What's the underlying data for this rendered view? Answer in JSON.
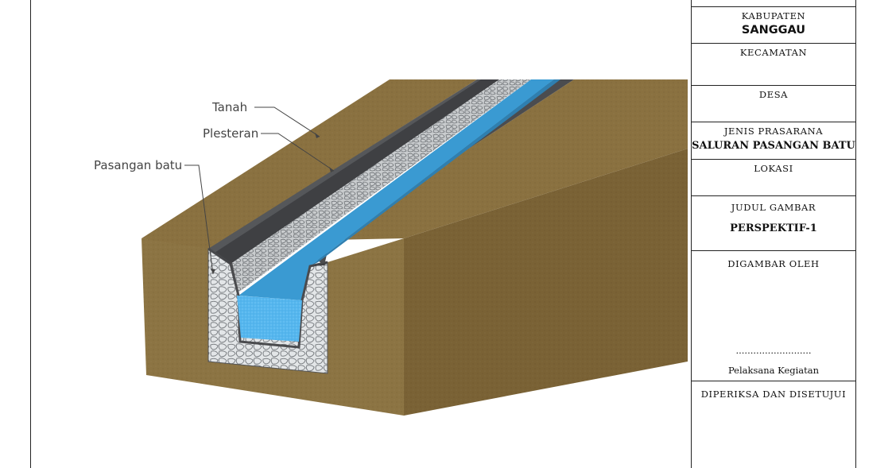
{
  "drawing": {
    "labels": {
      "tanah": "Tanah",
      "plesteran": "Plesteran",
      "pasangan_batu": "Pasangan batu"
    },
    "colors": {
      "soil_top": "#8a7140",
      "soil_side": "#7a6235",
      "soil_front": "#8c7443",
      "plaster": "#4a4b4e",
      "stone": "#dfe2e4",
      "water_top": "#3a9ad2",
      "water_front": "#52b3ec"
    }
  },
  "title_block": {
    "kabupaten_label": "KABUPATEN",
    "kabupaten_value": "SANGGAU",
    "kecamatan_label": "KECAMATAN",
    "desa_label": "DESA",
    "jenis_label": "JENIS PRASARANA",
    "jenis_value": "SALURAN PASANGAN BATU",
    "lokasi_label": "LOKASI",
    "judul_label": "JUDUL GAMBAR",
    "judul_value": "PERSPEKTIF-1",
    "digambar_label": "DIGAMBAR OLEH",
    "signature_line": "..........................",
    "pelaksana_label": "Pelaksana Kegiatan",
    "diperiksa_label": "DIPERIKSA DAN DISETUJUI"
  }
}
